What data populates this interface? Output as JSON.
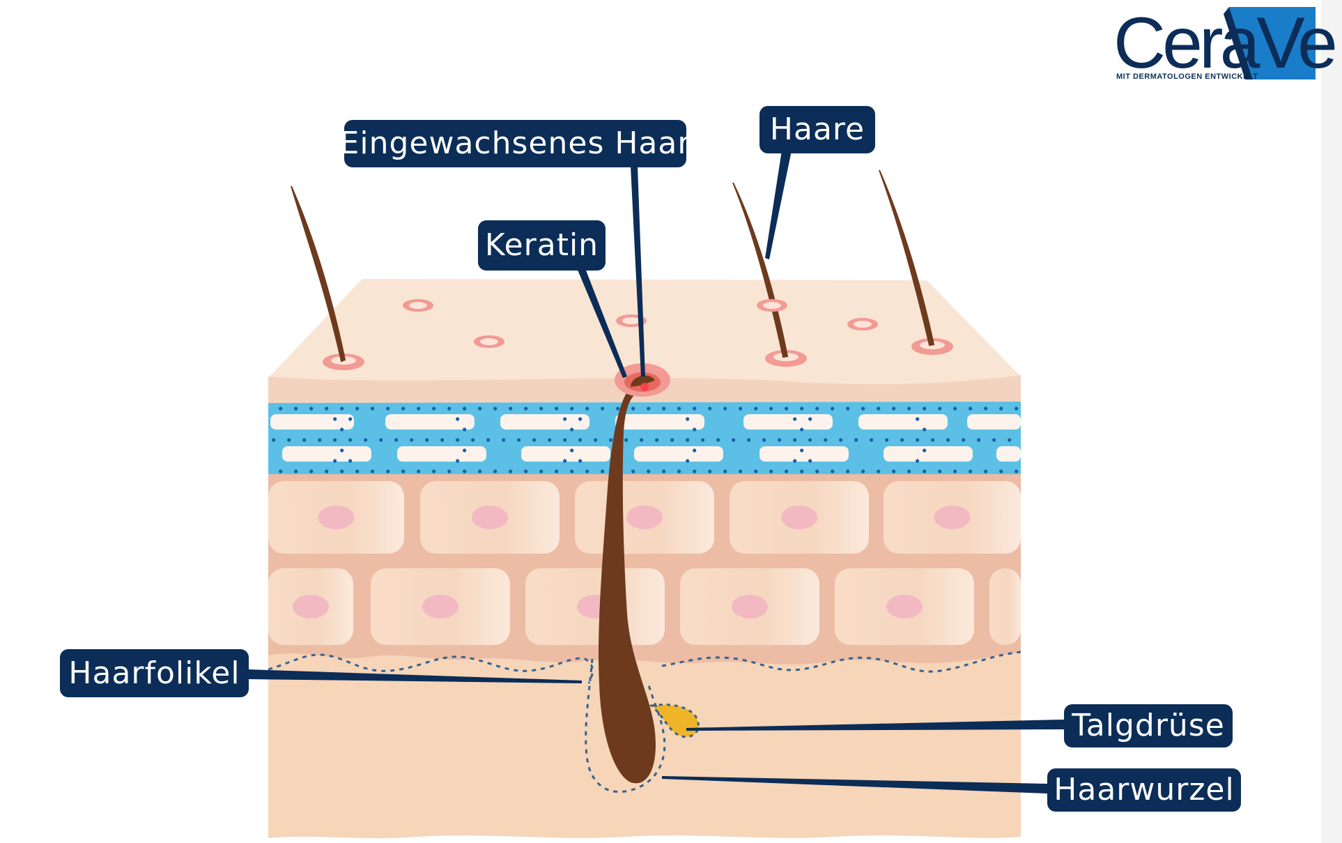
{
  "brand": {
    "name": "CeraVe",
    "tagline": "MIT DERMATOLOGEN ENTWICKELT",
    "colors": {
      "navy": "#0b2d57",
      "blue": "#1a7dc9"
    }
  },
  "labels": {
    "ingrown_hair": "Eingewachsenes Haar",
    "hairs": "Haare",
    "keratin": "Keratin",
    "hair_follicle": "Haarfolikel",
    "sebaceous_gland": "Talgdrüse",
    "hair_root": "Haarwurzel"
  },
  "colors": {
    "label_bg": "#0b2d57",
    "leader_line": "#0b2d57",
    "skin_surface": "#f9e5d3",
    "lipid_layer": "#5cc0e6",
    "cell_fill": "#f5d2bb",
    "cell_border": "#e6b49c",
    "nucleus": "#f2b9c2",
    "dermis": "#f6d5b9",
    "hair": "#6e3a1d",
    "gland": "#f0b429",
    "pore": "#f29a93"
  }
}
